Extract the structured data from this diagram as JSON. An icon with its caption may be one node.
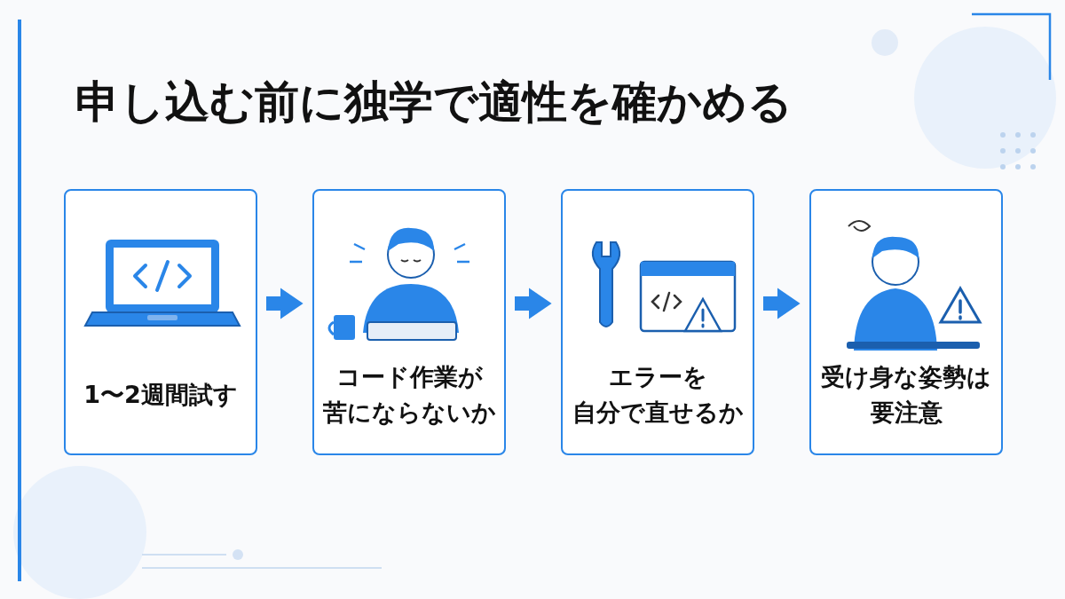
{
  "diagram": {
    "title": "申し込む前に独学で適性を確かめる",
    "nodes": [
      {
        "text": [
          "1〜2週間試す"
        ]
      },
      {
        "text": [
          "コード作業が苦にならないか"
        ]
      },
      {
        "text": [
          "エラーを自分で直せるか"
        ]
      },
      {
        "text": [
          "受け身な姿勢は要注意"
        ]
      }
    ],
    "edges": [
      {
        "from": 0,
        "to": 1,
        "arrow": "to"
      },
      {
        "from": 1,
        "to": 2,
        "arrow": "to"
      },
      {
        "from": 2,
        "to": 3,
        "arrow": "to"
      }
    ]
  }
}
